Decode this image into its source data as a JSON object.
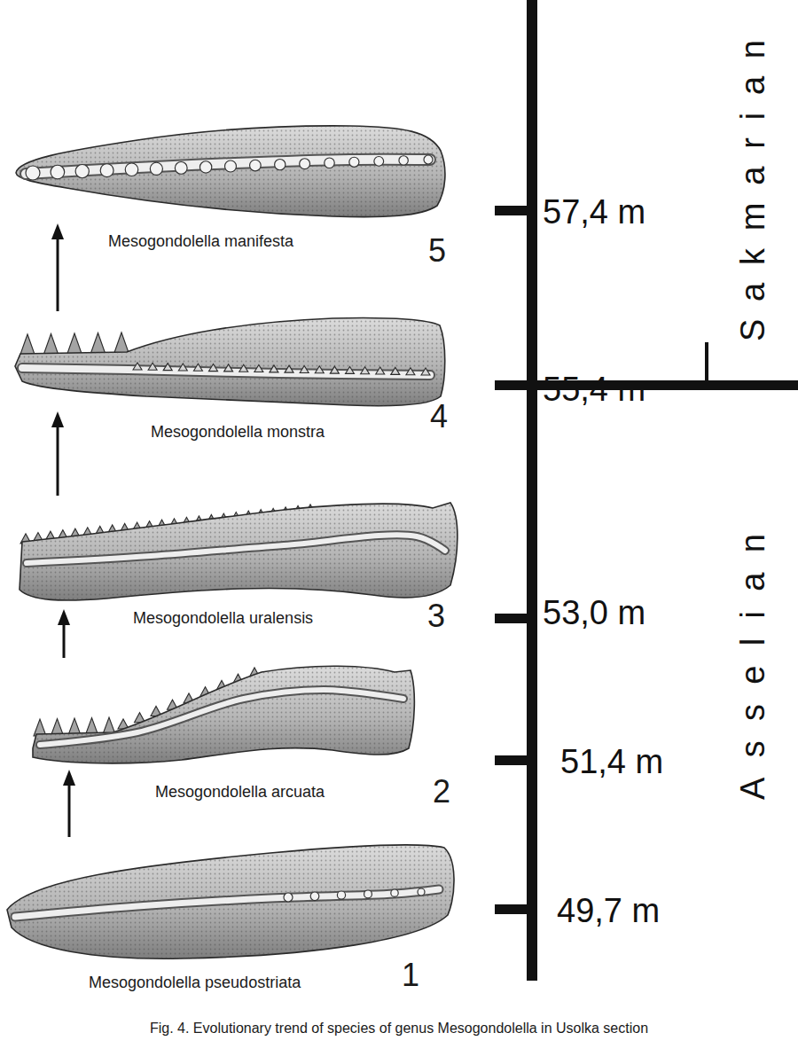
{
  "diagram": {
    "caption": "Fig. 4. Evolutionary trend of species of genus Mesogondolella in Usolka section",
    "nodes": [
      {
        "text": [
          "Mesogondolella manifesta",
          "5"
        ]
      },
      {
        "text": [
          "Mesogondolella monstra",
          "4"
        ]
      },
      {
        "text": [
          "Mesogondolella uralensis",
          "3"
        ]
      },
      {
        "text": [
          "Mesogondolella arcuata",
          "2"
        ]
      },
      {
        "text": [
          "Mesogondolella pseudostriata",
          "1"
        ]
      }
    ],
    "edges": [
      {
        "from": 4,
        "to": 3,
        "arrow": "to"
      },
      {
        "from": 3,
        "to": 2,
        "arrow": "to"
      },
      {
        "from": 2,
        "to": 1,
        "arrow": "to"
      },
      {
        "from": 1,
        "to": 0,
        "arrow": "to"
      }
    ],
    "labels": [
      "57,4 m",
      "55,4 m",
      "53,0 m",
      "51,4 m",
      "49,7 m",
      "Sakmarian",
      "Asselian"
    ]
  }
}
